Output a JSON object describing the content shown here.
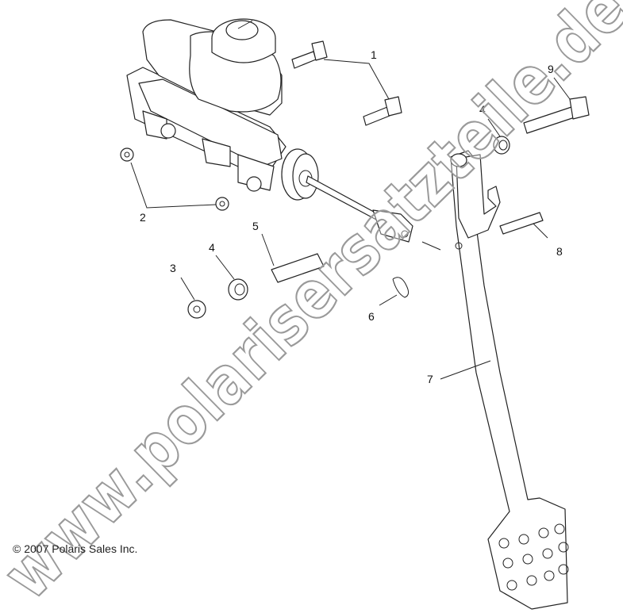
{
  "callouts": [
    {
      "id": "1",
      "label": "1"
    },
    {
      "id": "2",
      "label": "2"
    },
    {
      "id": "3",
      "label": "3"
    },
    {
      "id": "4a",
      "label": "4"
    },
    {
      "id": "4b",
      "label": "4"
    },
    {
      "id": "5",
      "label": "5"
    },
    {
      "id": "6",
      "label": "6"
    },
    {
      "id": "7",
      "label": "7"
    },
    {
      "id": "8",
      "label": "8"
    },
    {
      "id": "9",
      "label": "9"
    }
  ],
  "copyright": "© 2007 Polaris Sales Inc.",
  "watermark": "www.polarisersatzteile.de"
}
